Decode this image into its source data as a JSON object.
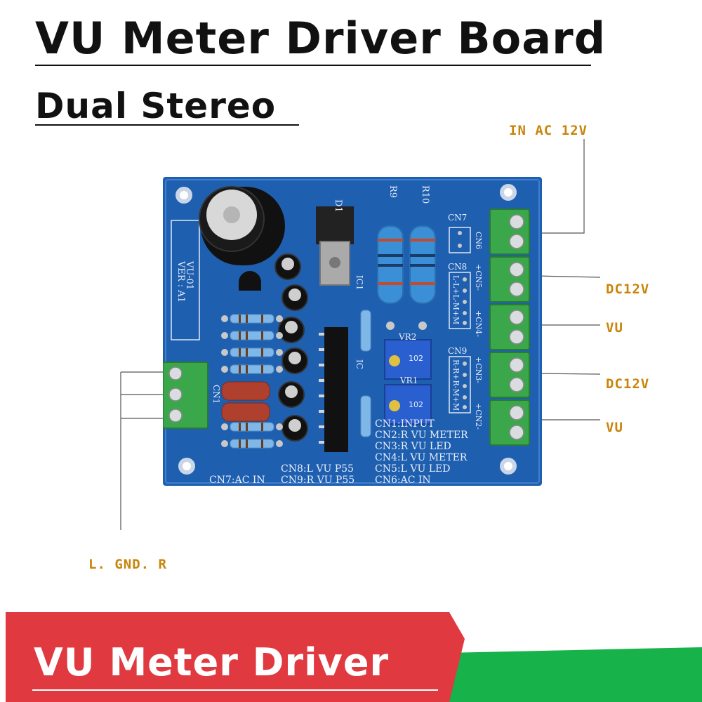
{
  "title": "VU Meter Driver Board",
  "subtitle": "Dual Stereo",
  "callouts": {
    "in_ac": "IN AC 12V",
    "dc12v_top": "DC12V",
    "vu_top": "VU",
    "dc12v_bottom": "DC12V",
    "vu_bottom": "VU",
    "input": "L. GND. R"
  },
  "board": {
    "version": "VER : A1",
    "model": "VU-01",
    "components": {
      "d1": "D1",
      "r9": "R9",
      "r10": "R10",
      "ic1": "IC1",
      "ic": "IC",
      "vr1": "VR1",
      "vr2": "VR2",
      "pot_code": "102",
      "cn1": "CN1",
      "cn7": "CN7",
      "cn8": "CN8",
      "cn9": "CN9",
      "cn6": "CN6",
      "cn5": "+CN5-",
      "cn4": "+CN4-",
      "cn3": "+CN3-",
      "cn2": "+CN2-",
      "cn8_pins": "L-L+L-M+M",
      "cn9_pins": "R-R+R-M+M"
    },
    "legend": [
      "CN1:INPUT",
      "CN2:R  VU  METER",
      "CN3:R  VU  LED",
      "CN4:L  VU  METER",
      "CN5:L  VU  LED",
      "CN6:AC  IN"
    ],
    "legend_bottom": [
      "CN8:L  VU  P55",
      "CN9:R  VU  P55"
    ],
    "cn7_legend": "CN7:AC IN"
  },
  "banner": {
    "text": "VU Meter Driver",
    "red": "#e0393f",
    "green": "#17b24a"
  },
  "colors": {
    "pcb": "#1f5fb0",
    "terminal": "#3aa84a",
    "callout": "#c8850a"
  }
}
